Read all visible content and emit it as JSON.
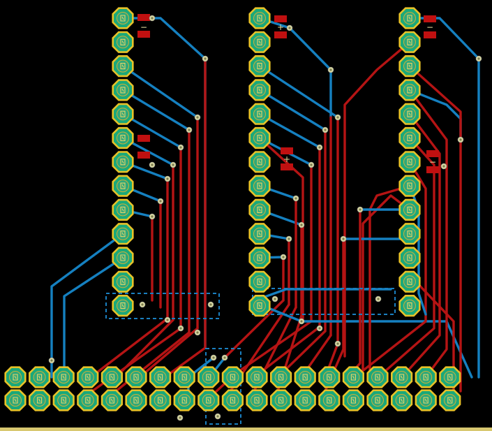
{
  "board": {
    "background_color": "#000000",
    "top_trace_color": "#b51414",
    "bottom_trace_color": "#1580c0",
    "pad_ring_color": "#e6c229",
    "pad_fill_color": "#1aa87a",
    "smd_pad_color": "#c01010"
  },
  "silkscreen": {
    "minus_1": "−",
    "plus_1": "+",
    "minus_2": "−",
    "plus_2": "+",
    "minus_3": "−"
  },
  "headers": {
    "left_column_pins": 13,
    "middle_column_pins": 13,
    "right_column_pins": 13,
    "bottom_header_top_row_pins": 19,
    "bottom_header_bottom_row_pins": 19
  }
}
